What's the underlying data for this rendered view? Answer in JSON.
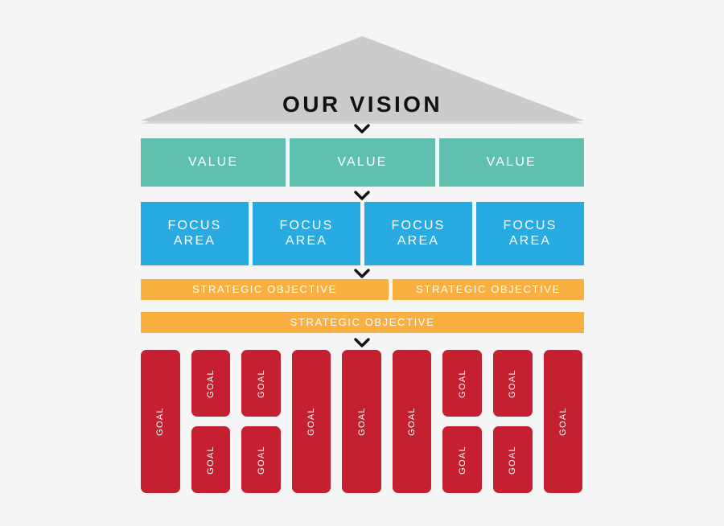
{
  "background_color": "#f5f5f5",
  "vision": {
    "title": "OUR VISION",
    "shape": "triangle-pediment",
    "fill_color": "#cbcbcb",
    "text_color": "#111111"
  },
  "connectors": [
    {
      "name": "chevron-vision-to-values",
      "icon": "chevron-down-icon"
    },
    {
      "name": "chevron-values-to-focus",
      "icon": "chevron-down-icon"
    },
    {
      "name": "chevron-focus-to-objectives",
      "icon": "chevron-down-icon"
    },
    {
      "name": "chevron-objectives-to-goals",
      "icon": "chevron-down-icon"
    }
  ],
  "values_row": {
    "color": "#5fc0b0",
    "items": [
      {
        "label": "VALUE"
      },
      {
        "label": "VALUE"
      },
      {
        "label": "VALUE"
      }
    ]
  },
  "focus_row": {
    "color": "#27abe2",
    "items": [
      {
        "line1": "FOCUS",
        "line2": "AREA"
      },
      {
        "line1": "FOCUS",
        "line2": "AREA"
      },
      {
        "line1": "FOCUS",
        "line2": "AREA"
      },
      {
        "line1": "FOCUS",
        "line2": "AREA"
      }
    ]
  },
  "objectives_row_1": {
    "color": "#faaf41",
    "items": [
      {
        "label": "STRATEGIC OBJECTIVE",
        "width": "wide"
      },
      {
        "label": "STRATEGIC OBJECTIVE",
        "width": "narrow"
      }
    ]
  },
  "objectives_row_2": {
    "color": "#faaf41",
    "items": [
      {
        "label": "STRATEGIC OBJECTIVE",
        "width": "full"
      }
    ]
  },
  "goals_row": {
    "color": "#c4202f",
    "columns": [
      {
        "split": false,
        "boxes": [
          {
            "label": "GOAL"
          }
        ]
      },
      {
        "split": true,
        "boxes": [
          {
            "label": "GOAL"
          },
          {
            "label": "GOAL"
          }
        ]
      },
      {
        "split": true,
        "boxes": [
          {
            "label": "GOAL"
          },
          {
            "label": "GOAL"
          }
        ]
      },
      {
        "split": false,
        "boxes": [
          {
            "label": "GOAL"
          }
        ]
      },
      {
        "split": false,
        "boxes": [
          {
            "label": "GOAL"
          }
        ]
      },
      {
        "split": false,
        "boxes": [
          {
            "label": "GOAL"
          }
        ]
      },
      {
        "split": true,
        "boxes": [
          {
            "label": "GOAL"
          },
          {
            "label": "GOAL"
          }
        ]
      },
      {
        "split": true,
        "boxes": [
          {
            "label": "GOAL"
          },
          {
            "label": "GOAL"
          }
        ]
      },
      {
        "split": false,
        "boxes": [
          {
            "label": "GOAL"
          }
        ]
      }
    ]
  }
}
